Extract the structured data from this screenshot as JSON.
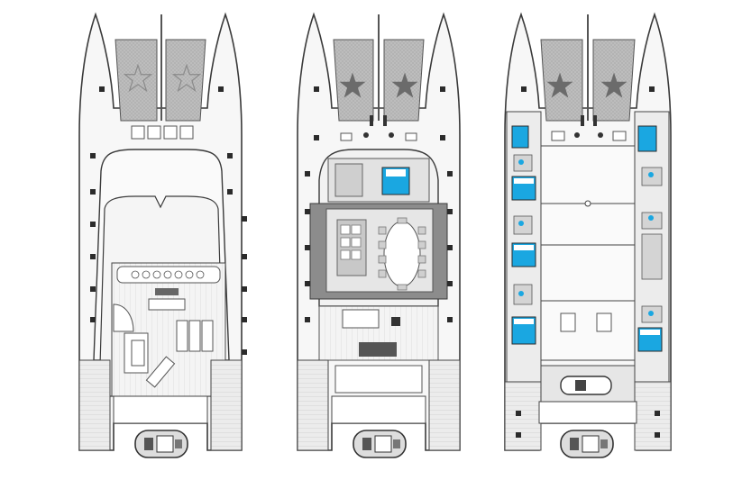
{
  "colors": {
    "outline": "#3a3a3a",
    "deck": "#f4f4f4",
    "deck_lines": "#dcdcdc",
    "trampoline": "#b9b9b9",
    "star": "#6b6b6b",
    "interior_dark": "#8c8c8c",
    "interior_mid": "#c8c8c8",
    "interior_light": "#e6e6e6",
    "cabin_blue": "#1aa7e1",
    "window": "#2b2b2b"
  },
  "icons": [
    "starfish-icon",
    "tender-boat-icon",
    "window-icon",
    "bed-icon",
    "table-icon"
  ],
  "decks": [
    {
      "id": "sun-deck"
    },
    {
      "id": "main-deck"
    },
    {
      "id": "lower-deck"
    }
  ]
}
